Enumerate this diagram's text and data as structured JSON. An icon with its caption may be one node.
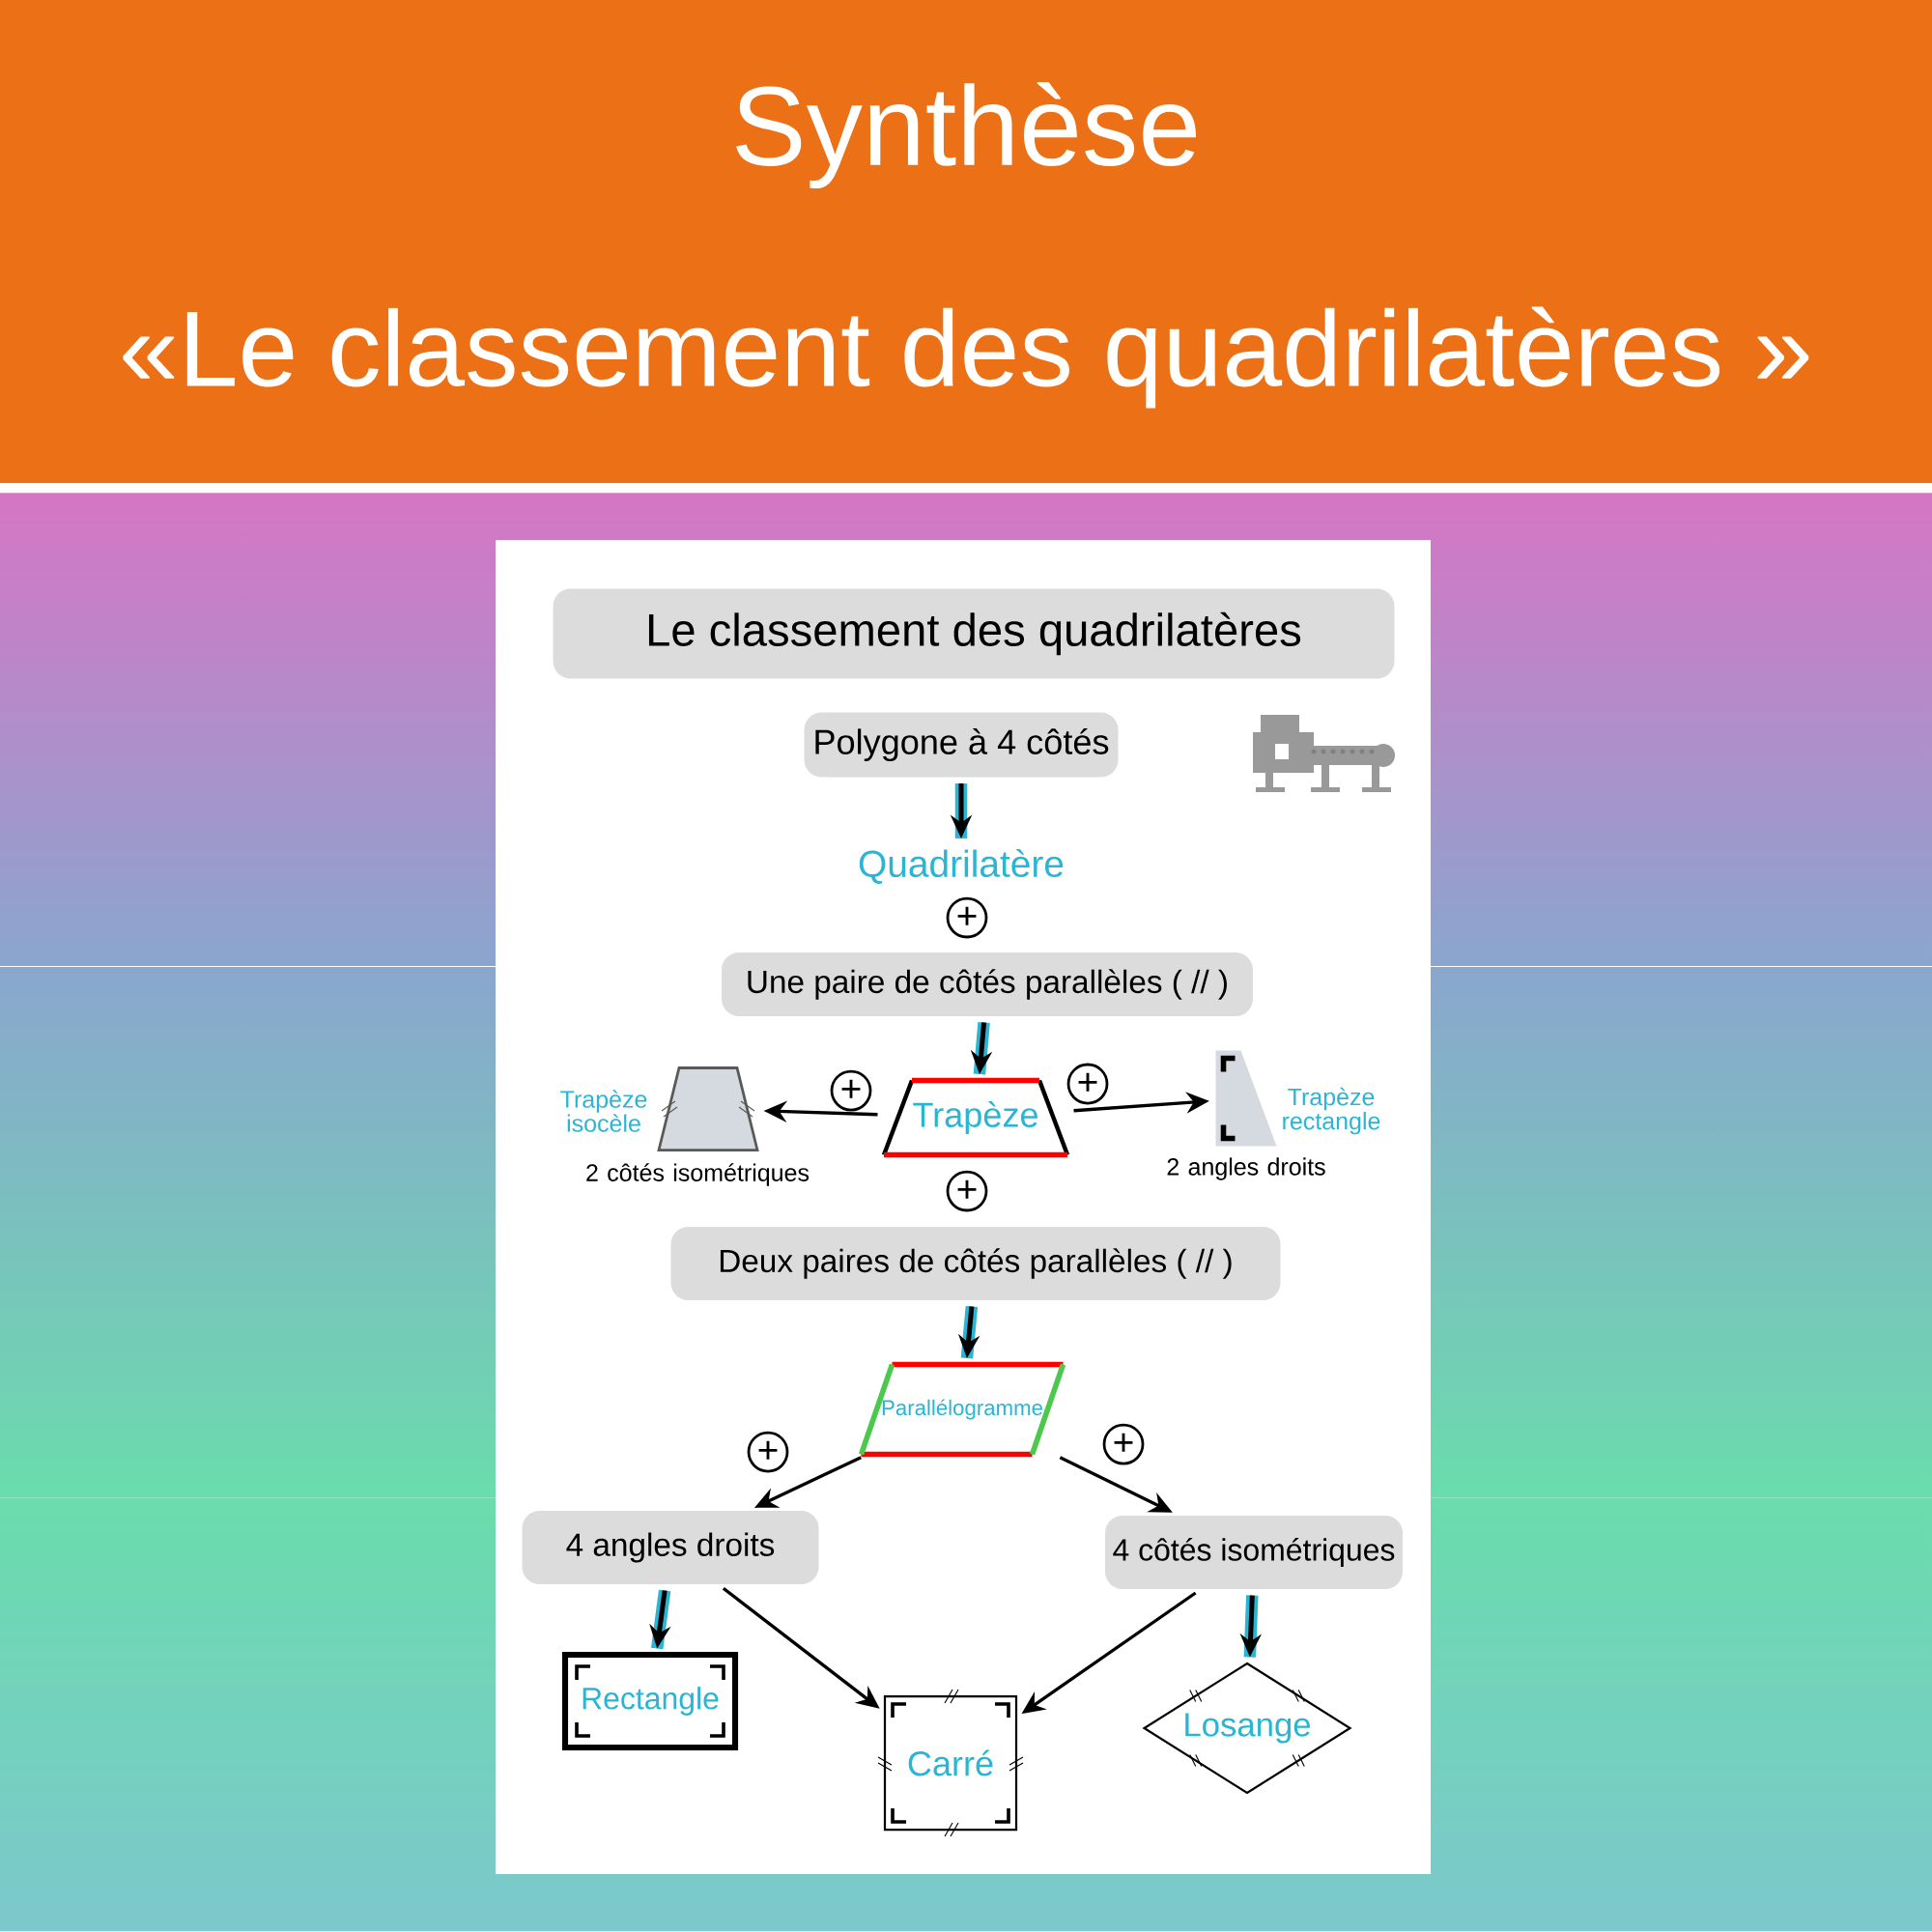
{
  "diagram": {
    "title": "Synthèse",
    "nodes": [
      {
        "text": [
          "Le classement des quadrilatères"
        ]
      },
      {
        "text": [
          "Polygone à 4 côtés"
        ]
      },
      {
        "text": [
          "Quadrilatère"
        ]
      },
      {
        "text": [
          "Une paire de côtés parallèles ( // )"
        ]
      },
      {
        "text": [
          "Trapèze"
        ]
      },
      {
        "text": [],
        "shape": "picture",
        "beside": [
          "Trapèze isocèle",
          "2 côtés isométriques"
        ]
      },
      {
        "text": [],
        "shape": "picture",
        "beside": [
          "Trapèze rectangle",
          "2 angles droits"
        ]
      },
      {
        "text": [
          "Deux paires de côtés parallèles ( // )"
        ]
      },
      {
        "text": [
          "Parallélogramme"
        ]
      },
      {
        "text": [
          "4 angles droits"
        ]
      },
      {
        "text": [
          "4 côtés isométriques"
        ]
      },
      {
        "text": [
          "Rectangle"
        ]
      },
      {
        "text": [
          "Carré"
        ]
      },
      {
        "text": [
          "Losange"
        ]
      }
    ],
    "edges": [
      {
        "from": 1,
        "to": 2,
        "arrow": "to",
        "style": "thick",
        "color": "#29b5d3"
      },
      {
        "from": 3,
        "to": 4,
        "arrow": "to",
        "style": "thick",
        "color": "#29b5d3"
      },
      {
        "from": 4,
        "to": 5,
        "arrow": "to",
        "label": "+"
      },
      {
        "from": 4,
        "to": 6,
        "arrow": "to",
        "label": "+"
      },
      {
        "from": 7,
        "to": 8,
        "arrow": "to",
        "style": "thick",
        "color": "#29b5d3"
      },
      {
        "from": 8,
        "to": 9,
        "arrow": "to",
        "label": "+"
      },
      {
        "from": 8,
        "to": 10,
        "arrow": "to",
        "label": "+"
      },
      {
        "from": 9,
        "to": 11,
        "arrow": "to",
        "style": "thick",
        "color": "#29b5d3"
      },
      {
        "from": 9,
        "to": 12,
        "arrow": "to"
      },
      {
        "from": 10,
        "to": 12,
        "arrow": "to"
      },
      {
        "from": 10,
        "to": 13,
        "arrow": "to",
        "style": "thick",
        "color": "#29b5d3"
      }
    ],
    "labels": [
      "«Le classement des quadrilatères »",
      "+",
      "+"
    ]
  }
}
